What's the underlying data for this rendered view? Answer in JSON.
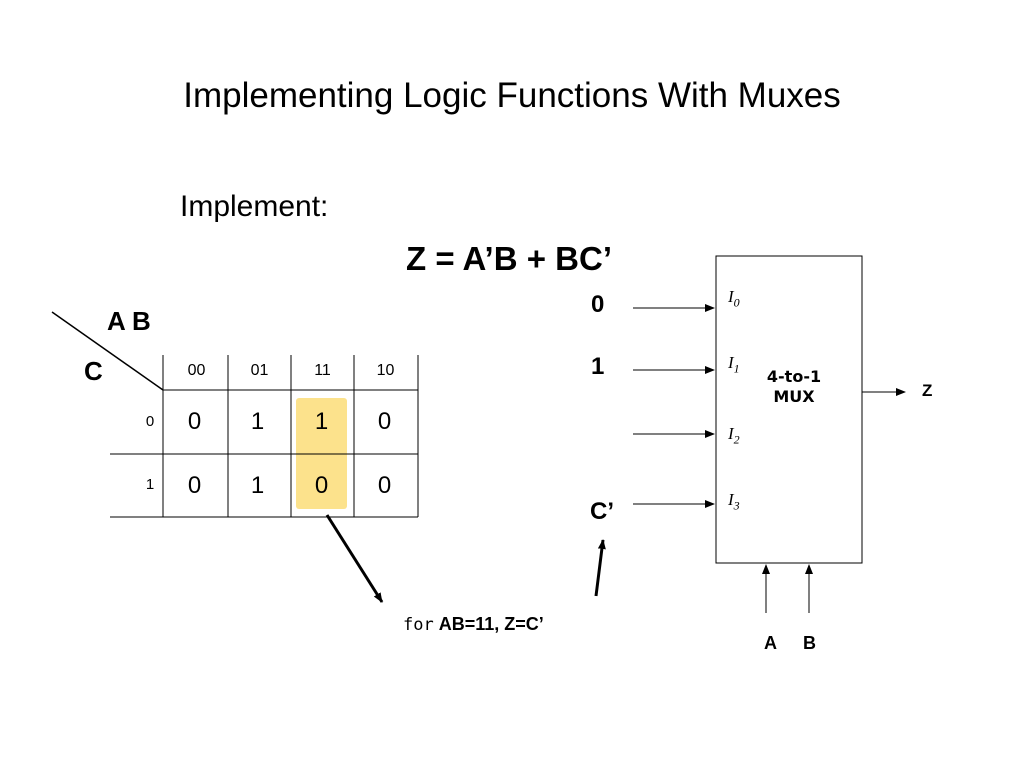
{
  "title": "Implementing Logic Functions With Muxes",
  "implement_label": "Implement:",
  "equation": "Z = A’B + BC’",
  "kmap": {
    "ab_label": "A B",
    "c_label": "C",
    "col_headers": [
      "00",
      "01",
      "11",
      "10"
    ],
    "row_headers": [
      "0",
      "1"
    ],
    "cells": [
      [
        "0",
        "1",
        "1",
        "0"
      ],
      [
        "0",
        "1",
        "0",
        "0"
      ]
    ],
    "highlight_color": "#fce28c"
  },
  "mux": {
    "label_line1": "4-to-1",
    "label_line2": "MUX",
    "inputs": [
      {
        "value": "0",
        "name": "I",
        "sub": "0"
      },
      {
        "value": "1",
        "name": "I",
        "sub": "1"
      },
      {
        "value": "",
        "name": "I",
        "sub": "2"
      },
      {
        "value": "C’",
        "name": "I",
        "sub": "3"
      }
    ],
    "output": "Z",
    "selects": [
      "A",
      "B"
    ]
  },
  "note": {
    "prefix": "for",
    "condition": "AB=11, Z=C’"
  }
}
